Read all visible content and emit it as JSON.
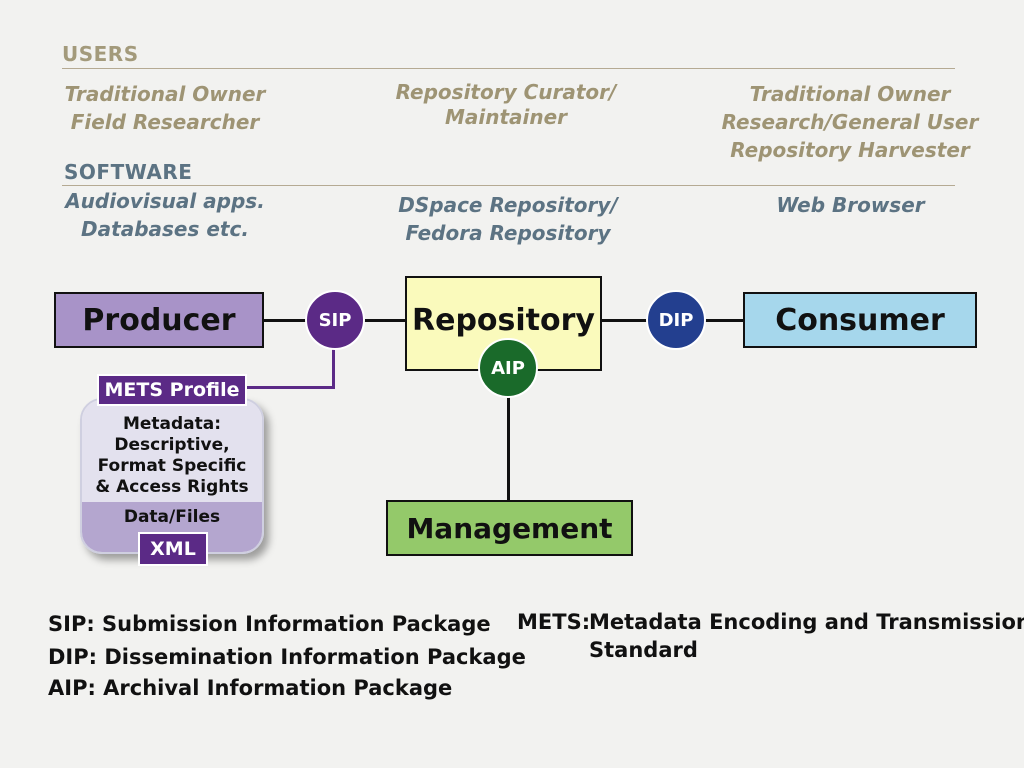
{
  "users": {
    "title": "USERS",
    "left": [
      "Traditional Owner",
      "Field Researcher"
    ],
    "center": [
      "Repository Curator/",
      "Maintainer"
    ],
    "right": [
      "Traditional Owner",
      "Research/General User",
      "Repository Harvester"
    ]
  },
  "software": {
    "title": "SOFTWARE",
    "left": [
      "Audiovisual apps.",
      "Databases etc."
    ],
    "center": [
      "DSpace Repository/",
      "Fedora Repository"
    ],
    "right": [
      "Web Browser"
    ]
  },
  "nodes": {
    "producer": {
      "label": "Producer",
      "color": "#a893c8"
    },
    "repository": {
      "label": "Repository",
      "color": "#fafabc"
    },
    "consumer": {
      "label": "Consumer",
      "color": "#a6d7ec"
    },
    "management": {
      "label": "Management",
      "color": "#94c96a"
    }
  },
  "packages": {
    "sip": {
      "label": "SIP",
      "color": "#5b2a86"
    },
    "dip": {
      "label": "DIP",
      "color": "#233f8f"
    },
    "aip": {
      "label": "AIP",
      "color": "#1a6a2a"
    }
  },
  "mets_package": {
    "profile_label": "METS Profile",
    "metadata_lines": [
      "Metadata:",
      "Descriptive,",
      "Format Specific",
      "& Access Rights"
    ],
    "data_label": "Data/Files",
    "xml_label": "XML"
  },
  "legend": {
    "left": [
      "SIP: Submission Information Package",
      "DIP: Dissemination Information Package",
      "AIP: Archival Information Package"
    ],
    "right_term": "METS:",
    "right_lines": [
      "Metadata Encoding and Transmission",
      "Standard"
    ]
  }
}
